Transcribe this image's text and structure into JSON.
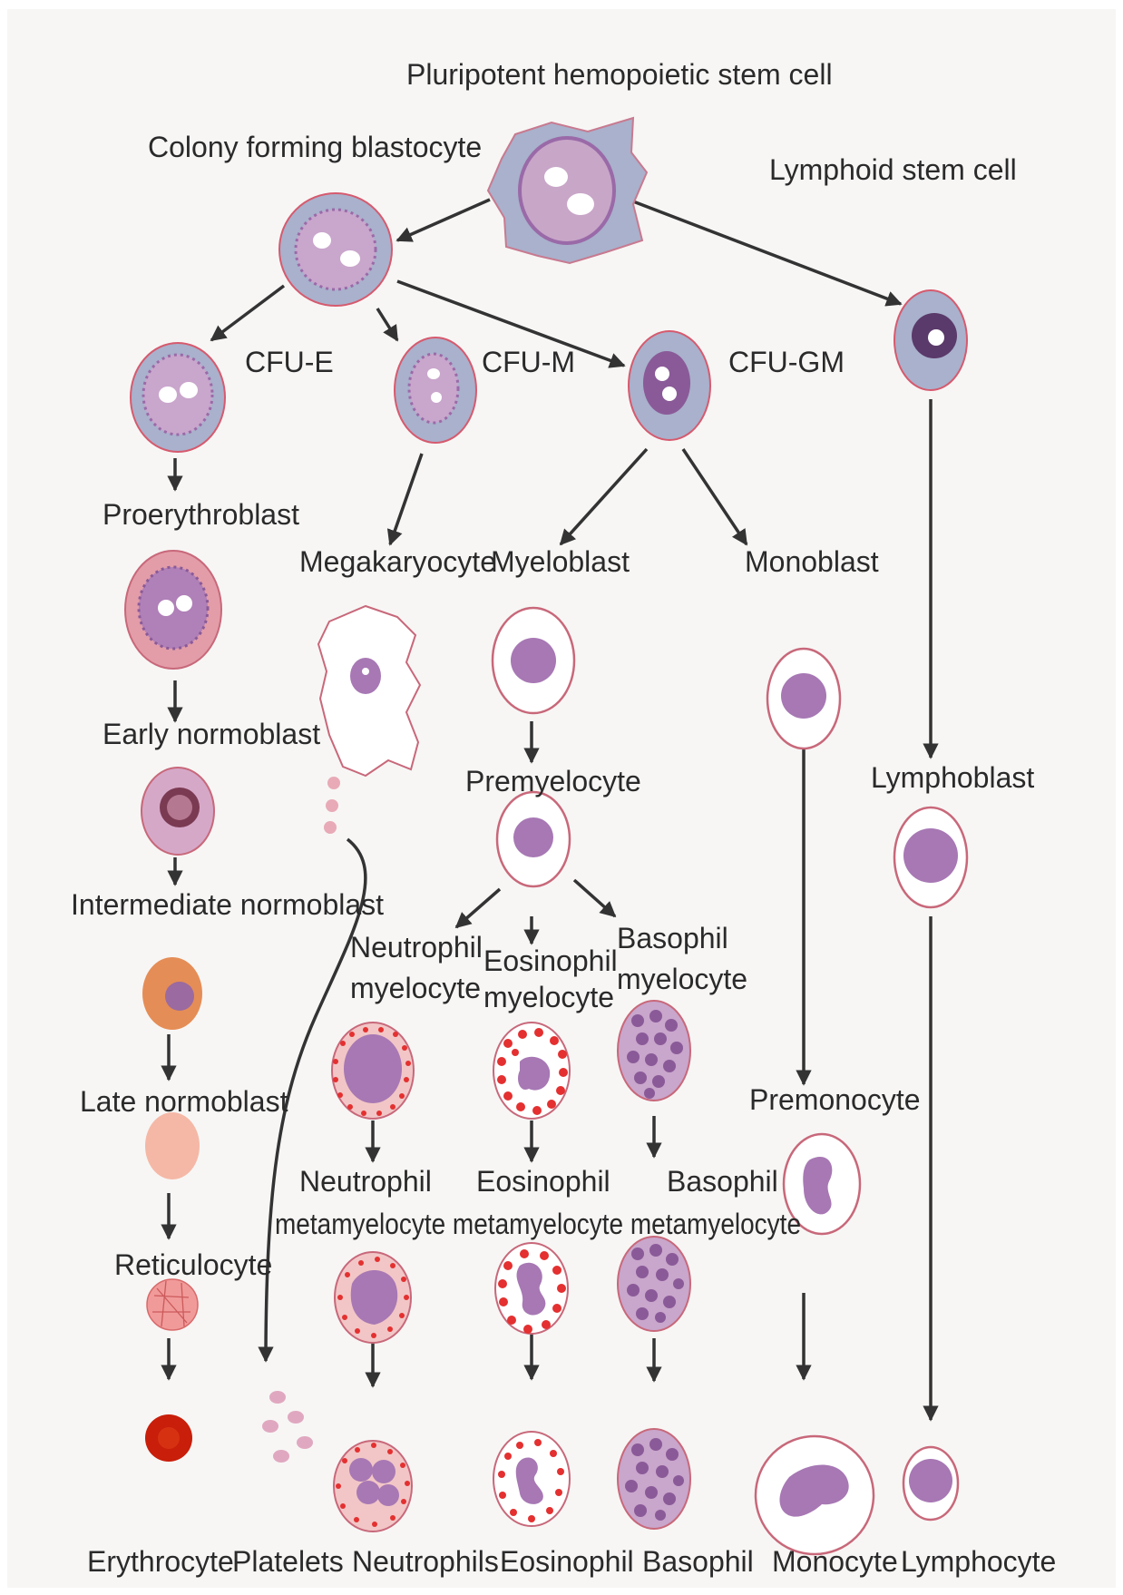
{
  "labels": {
    "stem_cell": "Pluripotent hemopoietic stem cell",
    "colony_blastocyte": "Colony forming blastocyte",
    "lymphoid_stem": "Lymphoid stem cell",
    "cfu_e": "CFU-E",
    "cfu_m": "CFU-M",
    "cfu_gm": "CFU-GM",
    "proerythroblast": "Proerythroblast",
    "megakaryocyte": "Megakaryocyte",
    "myeloblast": "Myeloblast",
    "monoblast": "Monoblast",
    "early_normoblast": "Early normoblast",
    "premyelocyte": "Premyelocyte",
    "lymphoblast": "Lymphoblast",
    "intermediate_normoblast": "Intermediate normoblast",
    "neutrophil_myelocyte": [
      "Neutrophil",
      "myelocyte"
    ],
    "eosinophil_myelocyte": [
      "Eosinophil",
      "myelocyte"
    ],
    "basophil_myelocyte": [
      "Basophil",
      "myelocyte"
    ],
    "late_normoblast": "Late normoblast",
    "premonocyte": "Premonocyte",
    "neutrophil_meta": "Neutrophil",
    "eosinophil_meta": "Eosinophil",
    "basophil_meta": "Basophil",
    "metamyelocyte_row": "metamyelocyte metamyelocyte metamyelocyte",
    "reticulocyte": "Reticulocyte",
    "erythrocyte": "Erythrocyte",
    "platelets": "Platelets",
    "neutrophils": "Neutrophils",
    "eosinophil": "Eosinophil",
    "basophil": "Basophil",
    "monocyte": "Monocyte",
    "lymphocyte": "Lymphocyte"
  },
  "colors": {
    "background": "#f7f6f5",
    "blast_cytoplasm": "#a9b1cc",
    "nucleus": "#a778b4",
    "cell_border": "#d65a6e",
    "eosinophil_granule": "#e43030",
    "erythrocyte": "#c81e0a",
    "arrow": "#333333"
  }
}
